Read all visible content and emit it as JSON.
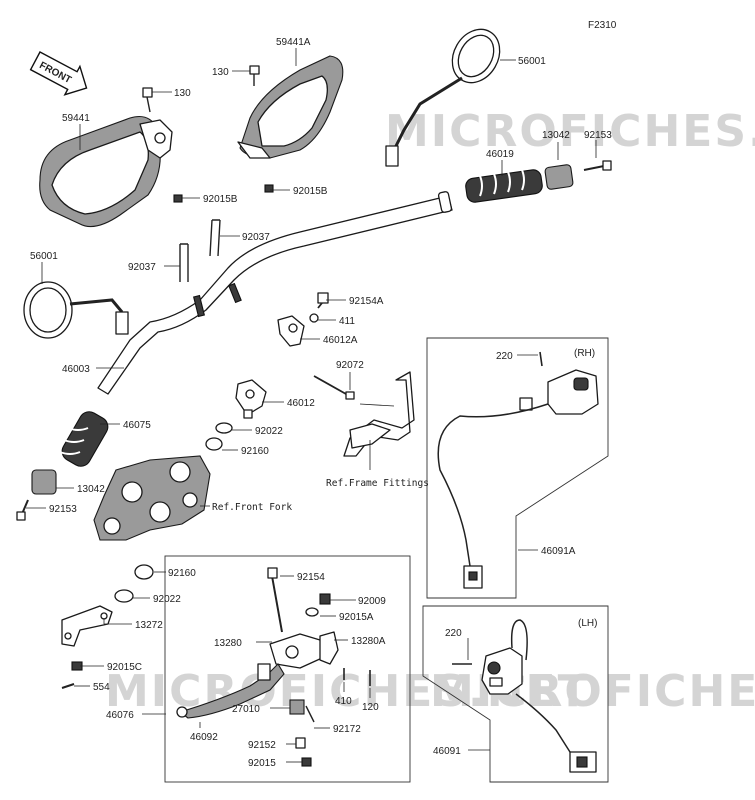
{
  "figure_code": "F2310",
  "front_badge": "FRONT",
  "watermark": "MICROFICHES.NET",
  "ref_labels": {
    "frame_fittings": "Ref.Frame Fittings",
    "front_fork": "Ref.Front Fork"
  },
  "group_labels": {
    "rh": "(RH)",
    "lh": "(LH)"
  },
  "parts": {
    "p130a": "130",
    "p130b": "130",
    "p59441A": "59441A",
    "p59441": "59441",
    "p56001_top": "56001",
    "p13042_top": "13042",
    "p92153_top": "92153",
    "p46019": "46019",
    "p92015B_a": "92015B",
    "p92015B_b": "92015B",
    "p92037_a": "92037",
    "p92037_b": "92037",
    "p56001_left": "56001",
    "p92154A": "92154A",
    "p411": "411",
    "p46012A": "46012A",
    "p46003": "46003",
    "p220_rh": "220",
    "p92072": "92072",
    "p46012": "46012",
    "p46075": "46075",
    "p92022_a": "92022",
    "p92160_a": "92160",
    "p13042_left": "13042",
    "p92153_left": "92153",
    "p46091A": "46091A",
    "p92160_b": "92160",
    "p92154": "92154",
    "p92009": "92009",
    "p92022_b": "92022",
    "p92015A": "92015A",
    "p13272": "13272",
    "p13280": "13280",
    "p13280A": "13280A",
    "p220_lh": "220",
    "p92015C": "92015C",
    "p554": "554",
    "p410": "410",
    "p120": "120",
    "p46076": "46076",
    "p27010": "27010",
    "p92172": "92172",
    "p46092": "46092",
    "p92152": "92152",
    "p92015": "92015",
    "p46091": "46091"
  }
}
